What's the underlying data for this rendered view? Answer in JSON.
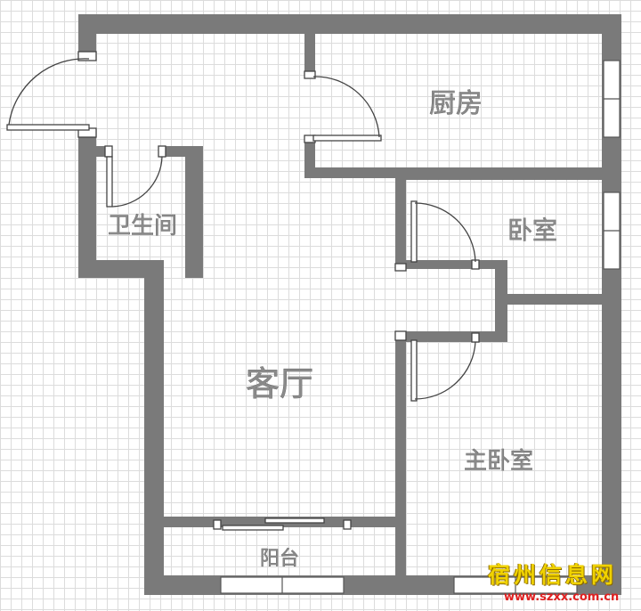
{
  "rooms": {
    "kitchen": "厨房",
    "bathroom": "卫生间",
    "bedroom": "卧室",
    "living_room": "客厅",
    "master_bedroom": "主卧室",
    "balcony": "阳台"
  },
  "watermark": {
    "site_name": "宿州信息网",
    "url": "www.szxx.com.cn"
  },
  "colors": {
    "wall": "#7a7a7a",
    "grid": "#dcdcdc",
    "label": "#8a8a8a",
    "watermark_text": "#f0d200",
    "watermark_url": "#e02020"
  }
}
